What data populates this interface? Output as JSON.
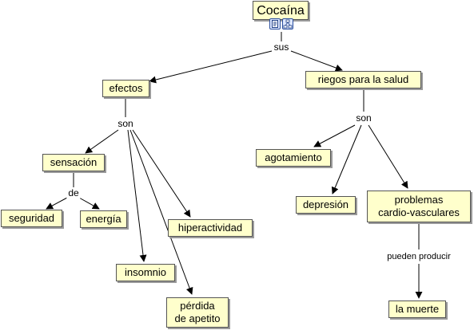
{
  "concepts": {
    "cocaina": "Cocaína",
    "efectos": "efectos",
    "riesgos": "riegos para la salud",
    "sensacion": "sensación",
    "seguridad": "seguridad",
    "energia": "energía",
    "hiperactividad": "hiperactividad",
    "insomnio": "insomnio",
    "perdida": "pérdida\nde apetito",
    "agotamiento": "agotamiento",
    "depresion": "depresión",
    "problemas": "problemas\ncardio-vasculares",
    "muerte": "la muerte"
  },
  "linking_phrases": {
    "sus": "sus",
    "son_efectos": "son",
    "de": "de",
    "son_riesgos": "son",
    "pueden_producir": "pueden producir"
  },
  "resource_icons": [
    "document-icon",
    "concept-map-icon"
  ],
  "colors": {
    "concept_fill": "#ffffcc",
    "concept_border": "#555555",
    "line": "#000000"
  }
}
